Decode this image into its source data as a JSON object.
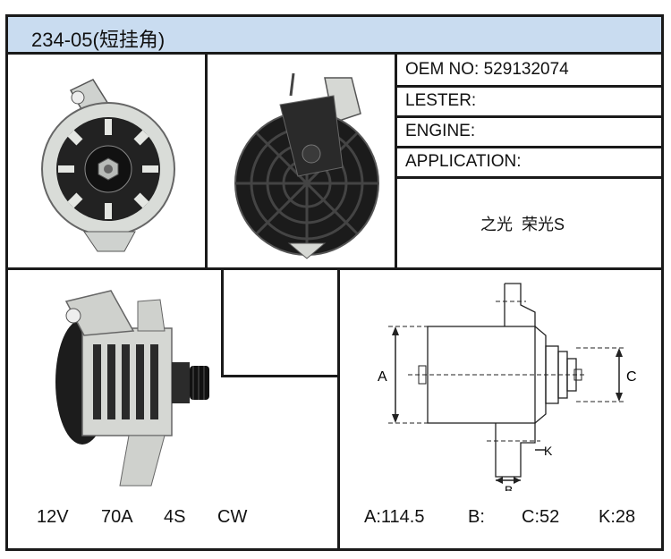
{
  "title": "234-05(短挂角)",
  "info": {
    "oem": "OEM NO: 529132074",
    "lester": "LESTER:",
    "engine": "ENGINE:",
    "application": "APPLICATION:",
    "application_value": "之光  荣光S"
  },
  "specs": {
    "voltage": "12V",
    "amperage": "70A",
    "pulley": "4S",
    "rotation": "CW"
  },
  "dimensions": {
    "a": "A:114.5",
    "b": "B:",
    "c": "C:52",
    "k": "K:28"
  },
  "diagram_labels": {
    "a": "A",
    "b": "B",
    "c": "C",
    "k": "K"
  }
}
